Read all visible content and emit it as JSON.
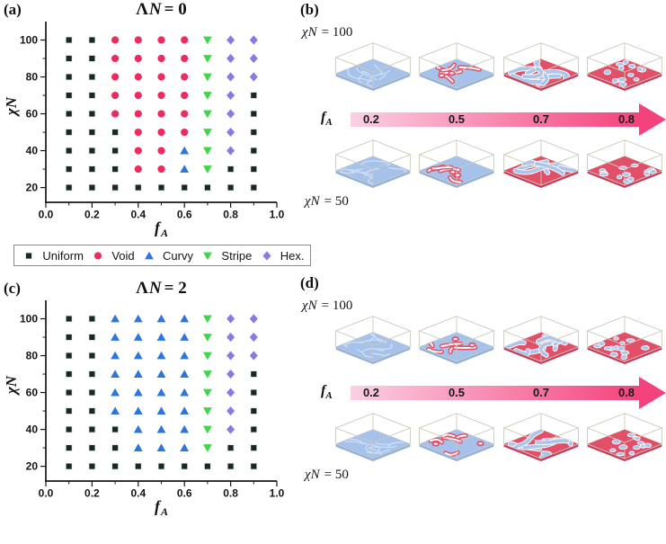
{
  "phases": {
    "uniform": {
      "label": "Uniform",
      "shape": "square",
      "color": "#1a2727"
    },
    "void": {
      "label": "Void",
      "shape": "circle",
      "color": "#ee2b5e"
    },
    "curvy": {
      "label": "Curvy",
      "shape": "triangle-up",
      "color": "#2d76dd"
    },
    "stripe": {
      "label": "Stripe",
      "shape": "triangle-down",
      "color": "#3fd64b"
    },
    "hex": {
      "label": "Hex.",
      "shape": "diamond",
      "color": "#8a79e0"
    }
  },
  "legend": {
    "items": [
      {
        "phase": "uniform",
        "label": "Uniform"
      },
      {
        "phase": "void",
        "label": "Void"
      },
      {
        "phase": "curvy",
        "label": "Curvy"
      },
      {
        "phase": "stripe",
        "label": "Stripe"
      },
      {
        "phase": "hex",
        "label": "Hex."
      }
    ]
  },
  "chart_data": [
    {
      "type": "scatter",
      "panel": "a",
      "title": "ΛN = 0",
      "xlabel": "fA",
      "ylabel": "χN",
      "xlim": [
        0,
        1
      ],
      "ylim": [
        12,
        110
      ],
      "grid": false,
      "x_ticks": [
        {
          "v": 0,
          "label": "0.0"
        },
        {
          "v": 0.2,
          "label": "0.2"
        },
        {
          "v": 0.4,
          "label": "0.4"
        },
        {
          "v": 0.6,
          "label": "0.6"
        },
        {
          "v": 0.8,
          "label": "0.8"
        },
        {
          "v": 1.0,
          "label": "1.0"
        }
      ],
      "x_minor": [
        0.1,
        0.3,
        0.5,
        0.7,
        0.9
      ],
      "y_ticks": [
        {
          "v": 20,
          "label": "20"
        },
        {
          "v": 40,
          "label": "40"
        },
        {
          "v": 60,
          "label": "60"
        },
        {
          "v": 80,
          "label": "80"
        },
        {
          "v": 100,
          "label": "100"
        }
      ],
      "y_minor": [
        30,
        50,
        70,
        90
      ],
      "fA_values": [
        0.1,
        0.2,
        0.3,
        0.4,
        0.5,
        0.6,
        0.7,
        0.8,
        0.9
      ],
      "rows": [
        {
          "chiN": 100,
          "phases": [
            "uniform",
            "uniform",
            "void",
            "void",
            "void",
            "void",
            "stripe",
            "hex",
            "hex"
          ]
        },
        {
          "chiN": 90,
          "phases": [
            "uniform",
            "uniform",
            "void",
            "void",
            "void",
            "void",
            "stripe",
            "hex",
            "hex"
          ]
        },
        {
          "chiN": 80,
          "phases": [
            "uniform",
            "uniform",
            "void",
            "void",
            "void",
            "void",
            "stripe",
            "hex",
            "hex"
          ]
        },
        {
          "chiN": 70,
          "phases": [
            "uniform",
            "uniform",
            "void",
            "void",
            "void",
            "void",
            "stripe",
            "hex",
            "uniform"
          ]
        },
        {
          "chiN": 60,
          "phases": [
            "uniform",
            "uniform",
            "void",
            "void",
            "void",
            "void",
            "stripe",
            "hex",
            "uniform"
          ]
        },
        {
          "chiN": 50,
          "phases": [
            "uniform",
            "uniform",
            "uniform",
            "void",
            "void",
            "void",
            "stripe",
            "hex",
            "uniform"
          ]
        },
        {
          "chiN": 40,
          "phases": [
            "uniform",
            "uniform",
            "uniform",
            "void",
            "void",
            "curvy",
            "stripe",
            "hex",
            "uniform"
          ]
        },
        {
          "chiN": 30,
          "phases": [
            "uniform",
            "uniform",
            "uniform",
            "void",
            "void",
            "curvy",
            "stripe",
            "uniform",
            "uniform"
          ]
        },
        {
          "chiN": 20,
          "phases": [
            "uniform",
            "uniform",
            "uniform",
            "uniform",
            "uniform",
            "uniform",
            "uniform",
            "uniform",
            "uniform"
          ]
        }
      ]
    },
    {
      "type": "scatter",
      "panel": "c",
      "title": "ΛN = 2",
      "xlabel": "fA",
      "ylabel": "χN",
      "xlim": [
        0,
        1
      ],
      "ylim": [
        12,
        110
      ],
      "grid": false,
      "x_ticks": [
        {
          "v": 0,
          "label": "0.0"
        },
        {
          "v": 0.2,
          "label": "0.2"
        },
        {
          "v": 0.4,
          "label": "0.4"
        },
        {
          "v": 0.6,
          "label": "0.6"
        },
        {
          "v": 0.8,
          "label": "0.8"
        },
        {
          "v": 1.0,
          "label": "1.0"
        }
      ],
      "x_minor": [
        0.1,
        0.3,
        0.5,
        0.7,
        0.9
      ],
      "y_ticks": [
        {
          "v": 20,
          "label": "20"
        },
        {
          "v": 40,
          "label": "40"
        },
        {
          "v": 60,
          "label": "60"
        },
        {
          "v": 80,
          "label": "80"
        },
        {
          "v": 100,
          "label": "100"
        }
      ],
      "y_minor": [
        30,
        50,
        70,
        90
      ],
      "fA_values": [
        0.1,
        0.2,
        0.3,
        0.4,
        0.5,
        0.6,
        0.7,
        0.8,
        0.9
      ],
      "rows": [
        {
          "chiN": 100,
          "phases": [
            "uniform",
            "uniform",
            "curvy",
            "curvy",
            "curvy",
            "curvy",
            "stripe",
            "hex",
            "hex"
          ]
        },
        {
          "chiN": 90,
          "phases": [
            "uniform",
            "uniform",
            "curvy",
            "curvy",
            "curvy",
            "curvy",
            "stripe",
            "hex",
            "hex"
          ]
        },
        {
          "chiN": 80,
          "phases": [
            "uniform",
            "uniform",
            "curvy",
            "curvy",
            "curvy",
            "curvy",
            "stripe",
            "hex",
            "hex"
          ]
        },
        {
          "chiN": 70,
          "phases": [
            "uniform",
            "uniform",
            "curvy",
            "curvy",
            "curvy",
            "curvy",
            "stripe",
            "hex",
            "uniform"
          ]
        },
        {
          "chiN": 60,
          "phases": [
            "uniform",
            "uniform",
            "curvy",
            "curvy",
            "curvy",
            "curvy",
            "stripe",
            "hex",
            "uniform"
          ]
        },
        {
          "chiN": 50,
          "phases": [
            "uniform",
            "uniform",
            "curvy",
            "curvy",
            "curvy",
            "curvy",
            "stripe",
            "hex",
            "uniform"
          ]
        },
        {
          "chiN": 40,
          "phases": [
            "uniform",
            "uniform",
            "uniform",
            "curvy",
            "curvy",
            "curvy",
            "stripe",
            "hex",
            "uniform"
          ]
        },
        {
          "chiN": 30,
          "phases": [
            "uniform",
            "uniform",
            "uniform",
            "curvy",
            "curvy",
            "curvy",
            "stripe",
            "uniform",
            "uniform"
          ]
        },
        {
          "chiN": 20,
          "phases": [
            "uniform",
            "uniform",
            "uniform",
            "uniform",
            "uniform",
            "uniform",
            "uniform",
            "uniform",
            "uniform"
          ]
        }
      ]
    }
  ],
  "panels": {
    "a": {
      "label": "(a)",
      "title": {
        "sym": "Λ",
        "var": "N",
        "rest": "= 0"
      },
      "xlabel": {
        "base": "f",
        "sub": "A"
      },
      "ylabel": {
        "sym": "χ",
        "var": "N"
      }
    },
    "c": {
      "label": "(c)",
      "title": {
        "sym": "Λ",
        "var": "N",
        "rest": "= 2"
      },
      "xlabel": {
        "base": "f",
        "sub": "A"
      },
      "ylabel": {
        "sym": "χ",
        "var": "N"
      }
    },
    "b": {
      "label": "(b)",
      "chiN_top": {
        "sym": "χ",
        "var": "N",
        "rest": "= 100"
      },
      "chiN_bottom": {
        "sym": "χ",
        "var": "N",
        "rest": "= 50"
      },
      "arrow": {
        "label": {
          "base": "f",
          "sub": "A"
        },
        "values": [
          "0.2",
          "0.5",
          "0.7",
          "0.8"
        ],
        "color_start": "#fbd0e3",
        "color_end": "#f4427c"
      },
      "snapshots_top": [
        {
          "chiN": 100,
          "fA": "0.2",
          "fill": "blue"
        },
        {
          "chiN": 100,
          "fA": "0.5",
          "fill": "voids"
        },
        {
          "chiN": 100,
          "fA": "0.7",
          "fill": "stripes"
        },
        {
          "chiN": 100,
          "fA": "0.8",
          "fill": "dots"
        }
      ],
      "snapshots_bottom": [
        {
          "chiN": 50,
          "fA": "0.2",
          "fill": "blue"
        },
        {
          "chiN": 50,
          "fA": "0.5",
          "fill": "voids"
        },
        {
          "chiN": 50,
          "fA": "0.7",
          "fill": "stripes"
        },
        {
          "chiN": 50,
          "fA": "0.8",
          "fill": "dots"
        }
      ]
    },
    "d": {
      "label": "(d)",
      "chiN_top": {
        "sym": "χ",
        "var": "N",
        "rest": "= 100"
      },
      "chiN_bottom": {
        "sym": "χ",
        "var": "N",
        "rest": "= 50"
      },
      "arrow": {
        "label": {
          "base": "f",
          "sub": "A"
        },
        "values": [
          "0.2",
          "0.5",
          "0.7",
          "0.8"
        ],
        "color_start": "#fbd0e3",
        "color_end": "#f4427c"
      },
      "snapshots_top": [
        {
          "chiN": 100,
          "fA": "0.2",
          "fill": "blue"
        },
        {
          "chiN": 100,
          "fA": "0.5",
          "fill": "voids"
        },
        {
          "chiN": 100,
          "fA": "0.7",
          "fill": "stripes"
        },
        {
          "chiN": 100,
          "fA": "0.8",
          "fill": "dots"
        }
      ],
      "snapshots_bottom": [
        {
          "chiN": 50,
          "fA": "0.2",
          "fill": "blue"
        },
        {
          "chiN": 50,
          "fA": "0.5",
          "fill": "voids"
        },
        {
          "chiN": 50,
          "fA": "0.7",
          "fill": "stripes"
        },
        {
          "chiN": 50,
          "fA": "0.8",
          "fill": "dots"
        }
      ]
    }
  },
  "snapshot_colors": {
    "blue": "#a6c1ea",
    "blue_tex": "#cddef6",
    "blue_edge": "#8fb0e0",
    "red": "#e15068",
    "red_edge": "#c93a58",
    "blob": "#abc5ec",
    "wire": "#c8cabc"
  }
}
